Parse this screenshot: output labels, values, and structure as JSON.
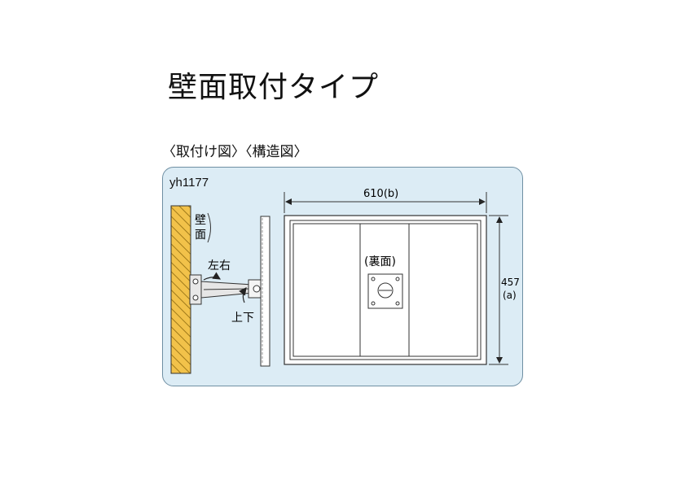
{
  "title": "壁面取付タイプ",
  "subtitle": "〈取付け図〉〈構造図〉",
  "model": "yh1177",
  "labels": {
    "wall_top": "壁",
    "wall_bottom": "面",
    "left_right": "左右",
    "up_down": "上下",
    "back_side": "(裏面)",
    "width_dim": "610(b)",
    "height_dim": "457",
    "height_dim_tag": "(a)"
  },
  "colors": {
    "panel_bg": "#dcecf5",
    "wall_yellow": "#f2c24a",
    "line": "#222222",
    "frame_fill": "#ffffff"
  }
}
